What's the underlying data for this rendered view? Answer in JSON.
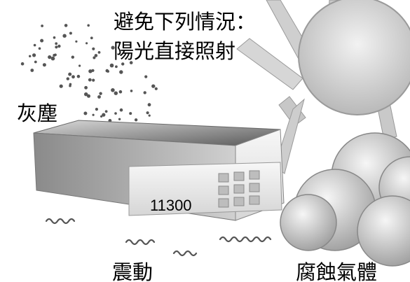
{
  "heading": {
    "line1": "避免下列情況：",
    "line2": "陽光直接照射"
  },
  "labels": {
    "dust": "灰塵",
    "vibration": "震動",
    "corrosive_gas": "腐蝕氣體"
  },
  "device": {
    "model": "11300"
  },
  "icons": [
    "sun-icon",
    "dust-particles-icon",
    "device-icon",
    "vibration-waves-icon",
    "corrosive-gas-cloud-icon"
  ],
  "colors": {
    "sun_fill": "#c8c8c8",
    "sun_stroke": "#9a9a9a",
    "device_top": "#6e6e6e",
    "device_front": "#ebebeb",
    "cloud": "#d8d8d8",
    "dust": "#555555"
  }
}
